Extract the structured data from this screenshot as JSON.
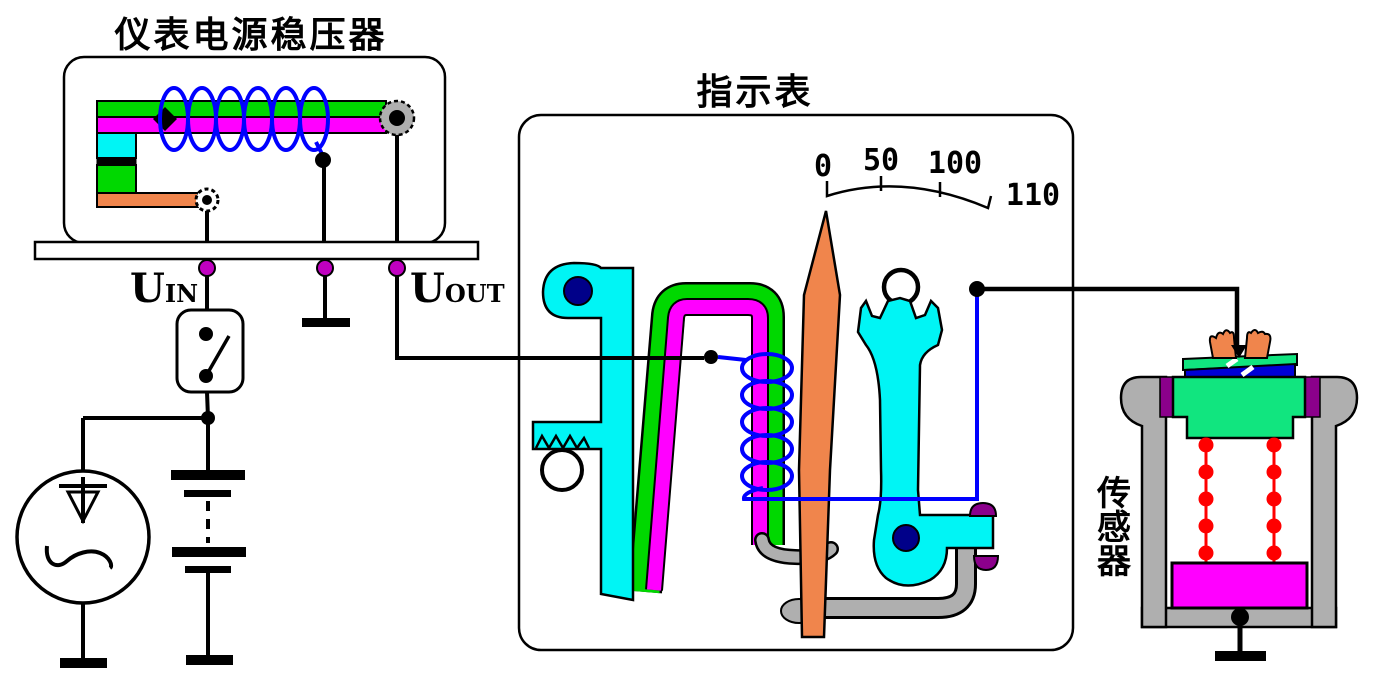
{
  "regulator": {
    "title": "仪表电源稳压器",
    "terminal_in": {
      "main": "U",
      "sub": "IN"
    },
    "terminal_out": {
      "main": "U",
      "sub": "OUT"
    }
  },
  "indicator": {
    "title": "指示表",
    "scale": {
      "labels": [
        "0",
        "50",
        "100",
        "110"
      ]
    }
  },
  "sensor": {
    "title": "传感器",
    "title_chars": [
      "传",
      "感",
      "器"
    ]
  },
  "colors": {
    "bar_green": "#00D800",
    "magenta": "#FF00FF",
    "cyan": "#00F5F5",
    "orange": "#F0854C",
    "wire_blue": "#0000FF",
    "navy": "#000089",
    "metal_gray": "#AFAFAF",
    "purple": "#8B008B",
    "dot_red": "#FF0000",
    "sensor_green": "#11E57F",
    "sensor_plate_blue": "#0000D6",
    "terminal_magenta": "#C000C0"
  }
}
